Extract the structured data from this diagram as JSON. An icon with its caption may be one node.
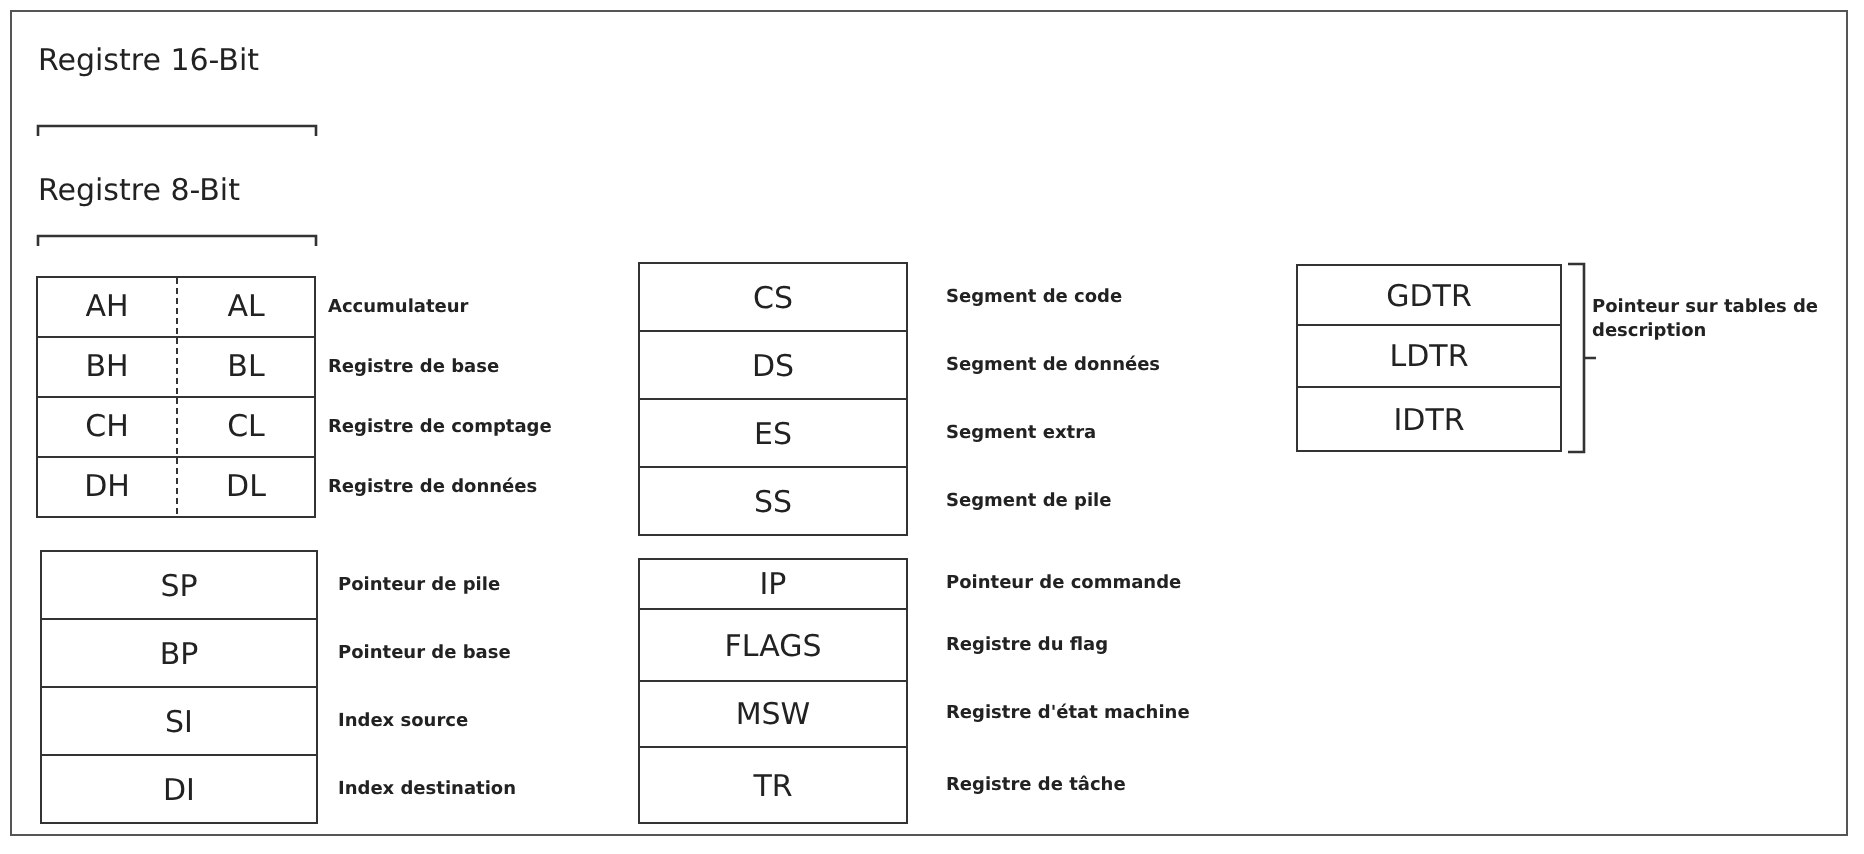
{
  "diagram": {
    "nodes": [
      {
        "text": [],
        "shape": "box",
        "beside": [
          "Accumulateur"
        ]
      },
      {
        "text": [
          "AH"
        ],
        "in": 0
      },
      {
        "text": [
          "AL"
        ],
        "in": 0
      },
      {
        "text": [],
        "shape": "box",
        "beside": [
          "Registre de base"
        ]
      },
      {
        "text": [
          "BH"
        ],
        "in": 3
      },
      {
        "text": [
          "BL"
        ],
        "in": 3
      },
      {
        "text": [],
        "shape": "box",
        "beside": [
          "Registre de comptage"
        ]
      },
      {
        "text": [
          "CH"
        ],
        "in": 6
      },
      {
        "text": [
          "CL"
        ],
        "in": 6
      },
      {
        "text": [],
        "shape": "box",
        "beside": [
          "Registre de données"
        ]
      },
      {
        "text": [
          "DH"
        ],
        "in": 9
      },
      {
        "text": [
          "DL"
        ],
        "in": 9
      },
      {
        "text": [
          "SP"
        ],
        "beside": [
          "Pointeur de pile"
        ]
      },
      {
        "text": [
          "BP"
        ],
        "beside": [
          "Pointeur de base"
        ]
      },
      {
        "text": [
          "SI"
        ],
        "beside": [
          "Index source"
        ]
      },
      {
        "text": [
          "DI"
        ],
        "beside": [
          "Index destination"
        ]
      },
      {
        "text": [
          "CS"
        ],
        "beside": [
          "Segment de code"
        ]
      },
      {
        "text": [
          "DS"
        ],
        "beside": [
          "Segment de données"
        ]
      },
      {
        "text": [
          "ES"
        ],
        "beside": [
          "Segment extra"
        ]
      },
      {
        "text": [
          "SS"
        ],
        "beside": [
          "Segment de pile"
        ]
      },
      {
        "text": [
          "IP"
        ],
        "beside": [
          "Pointeur de commande"
        ]
      },
      {
        "text": [
          "FLAGS"
        ],
        "beside": [
          "Registre du flag"
        ]
      },
      {
        "text": [
          "MSW"
        ],
        "beside": [
          "Registre d'état machine"
        ]
      },
      {
        "text": [
          "TR"
        ],
        "beside": [
          "Registre de tâche"
        ]
      },
      {
        "text": [
          "GDTR"
        ]
      },
      {
        "text": [
          "LDTR"
        ]
      },
      {
        "text": [
          "IDTR"
        ]
      }
    ],
    "edges": [],
    "labels": [
      "Registre 16-Bit",
      "Registre 8-Bit",
      "Pointeur sur tables de description"
    ]
  }
}
